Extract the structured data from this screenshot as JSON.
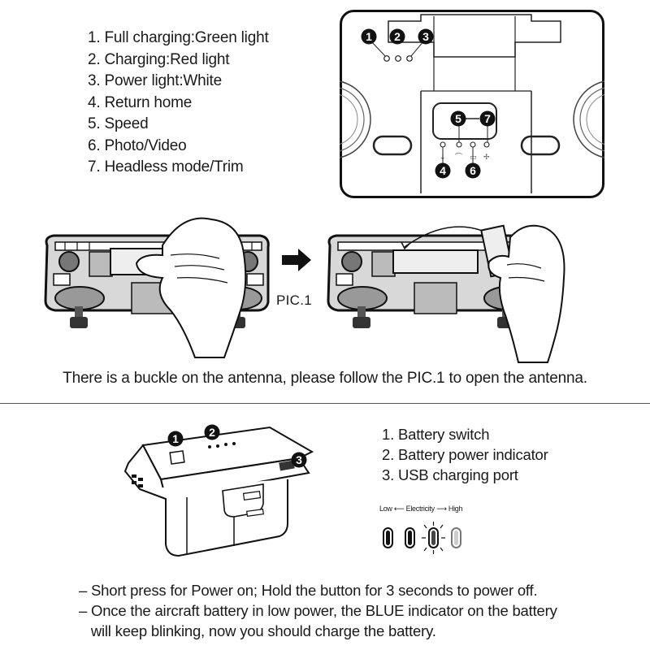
{
  "controller_legend": [
    "1. Full charging:Green light",
    "2. Charging:Red light",
    "3. Power light:White",
    "4. Return home",
    "5. Speed",
    "6. Photo/Video",
    "7. Headless mode/Trim"
  ],
  "controller_badges": [
    "1",
    "2",
    "3",
    "4",
    "5",
    "6",
    "7"
  ],
  "pic_label": "PIC.1",
  "antenna_caption": "There is a buckle on the antenna, please follow the PIC.1 to open the antenna.",
  "battery_badges": [
    "1",
    "2",
    "3"
  ],
  "battery_legend": [
    "1. Battery switch",
    "2. Battery power indicator",
    "3. USB charging port"
  ],
  "electricity_scale": {
    "low": "Low",
    "label": "Electricity",
    "high": "High"
  },
  "notes": [
    "– Short press for Power on; Hold the button for 3 seconds to power off.",
    "– Once the aircraft battery in low power, the BLUE indicator on the battery",
    "   will keep blinking, now you should charge the battery."
  ]
}
